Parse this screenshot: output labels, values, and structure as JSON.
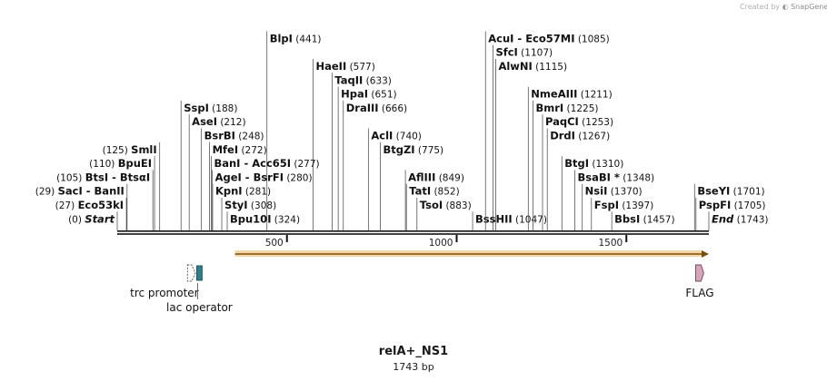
{
  "credit": {
    "prefix": "Created by",
    "brand": "SnapGene"
  },
  "title": "relA+_NS1",
  "subtitle": "1743 bp",
  "sequence_length": 1743,
  "ruler_ticks": [
    {
      "pos": 500,
      "label": "500"
    },
    {
      "pos": 1000,
      "label": "1000"
    },
    {
      "pos": 1500,
      "label": "1500"
    }
  ],
  "enzymes": [
    {
      "name": "BlpI",
      "num": "(441)",
      "pos": 441,
      "side": "right",
      "tier": 12
    },
    {
      "name": "HaeII",
      "num": "(577)",
      "pos": 577,
      "side": "right",
      "tier": 10
    },
    {
      "name": "TaqII",
      "num": "(633)",
      "pos": 633,
      "side": "right",
      "tier": 9
    },
    {
      "name": "HpaI",
      "num": "(651)",
      "pos": 651,
      "side": "right",
      "tier": 8
    },
    {
      "name": "DraIII",
      "num": "(666)",
      "pos": 666,
      "side": "right",
      "tier": 7
    },
    {
      "name": "SspI",
      "num": "(188)",
      "pos": 188,
      "side": "right",
      "tier": 7
    },
    {
      "name": "AseI",
      "num": "(212)",
      "pos": 212,
      "side": "right",
      "tier": 6
    },
    {
      "name": "BsrBI",
      "num": "(248)",
      "pos": 248,
      "side": "right",
      "tier": 5
    },
    {
      "name": "MfeI",
      "num": "(272)",
      "pos": 272,
      "side": "right",
      "tier": 4
    },
    {
      "name": "BanI - Acc65I",
      "num": "(277)",
      "pos": 277,
      "side": "right",
      "tier": 3
    },
    {
      "name": "AgeI - BsrFI",
      "num": "(280)",
      "pos": 280,
      "side": "right",
      "tier": 2
    },
    {
      "name": "KpnI",
      "num": "(281)",
      "pos": 281,
      "side": "right",
      "tier": 1
    },
    {
      "name": "StyI",
      "num": "(308)",
      "pos": 308,
      "side": "right",
      "tier": 0
    },
    {
      "name": "Bpu10I",
      "num": "(324)",
      "pos": 324,
      "side": "right",
      "tier": -1
    },
    {
      "name": "AclI",
      "num": "(740)",
      "pos": 740,
      "side": "right",
      "tier": 5
    },
    {
      "name": "BtgZI",
      "num": "(775)",
      "pos": 775,
      "side": "right",
      "tier": 4
    },
    {
      "name": "AflIII",
      "num": "(849)",
      "pos": 849,
      "side": "right",
      "tier": 2
    },
    {
      "name": "TatI",
      "num": "(852)",
      "pos": 852,
      "side": "right",
      "tier": 1
    },
    {
      "name": "TsoI",
      "num": "(883)",
      "pos": 883,
      "side": "right",
      "tier": 0
    },
    {
      "name": "BssHII",
      "num": "(1047)",
      "pos": 1047,
      "side": "right",
      "tier": -1
    },
    {
      "name": "AcuI - Eco57MI",
      "num": "(1085)",
      "pos": 1085,
      "side": "right",
      "tier": 12
    },
    {
      "name": "SfcI",
      "num": "(1107)",
      "pos": 1107,
      "side": "right",
      "tier": 11
    },
    {
      "name": "AlwNI",
      "num": "(1115)",
      "pos": 1115,
      "side": "right",
      "tier": 10
    },
    {
      "name": "NmeAIII",
      "num": "(1211)",
      "pos": 1211,
      "side": "right",
      "tier": 8
    },
    {
      "name": "BmrI",
      "num": "(1225)",
      "pos": 1225,
      "side": "right",
      "tier": 7
    },
    {
      "name": "PaqCI",
      "num": "(1253)",
      "pos": 1253,
      "side": "right",
      "tier": 6
    },
    {
      "name": "DrdI",
      "num": "(1267)",
      "pos": 1267,
      "side": "right",
      "tier": 5
    },
    {
      "name": "BtgI",
      "num": "(1310)",
      "pos": 1310,
      "side": "right",
      "tier": 3
    },
    {
      "name": "BsaBI *",
      "num": "(1348)",
      "pos": 1348,
      "side": "right",
      "tier": 2
    },
    {
      "name": "NsiI",
      "num": "(1370)",
      "pos": 1370,
      "side": "right",
      "tier": 1
    },
    {
      "name": "FspI",
      "num": "(1397)",
      "pos": 1397,
      "side": "right",
      "tier": 0
    },
    {
      "name": "BbsI",
      "num": "(1457)",
      "pos": 1457,
      "side": "right",
      "tier": -1
    },
    {
      "name": "BseYI",
      "num": "(1701)",
      "pos": 1701,
      "side": "right",
      "tier": 1
    },
    {
      "name": "PspFI",
      "num": "(1705)",
      "pos": 1705,
      "side": "right",
      "tier": 0
    },
    {
      "name": "End",
      "num": "(1743)",
      "pos": 1743,
      "side": "right",
      "tier": -1,
      "italic": true
    },
    {
      "name": "SmlI",
      "num": "(125)",
      "pos": 125,
      "side": "left",
      "tier": 4
    },
    {
      "name": "BpuEI",
      "num": "(110)",
      "pos": 110,
      "side": "left",
      "tier": 3
    },
    {
      "name": "BtsI - BtsαI",
      "num": "(105)",
      "pos": 105,
      "side": "left",
      "tier": 2
    },
    {
      "name": "SacI - BanII",
      "num": "(29)",
      "pos": 29,
      "side": "left",
      "tier": 1
    },
    {
      "name": "Eco53kI",
      "num": "(27)",
      "pos": 27,
      "side": "left",
      "tier": 0
    },
    {
      "name": "Start",
      "num": "(0)",
      "pos": 0,
      "side": "left",
      "tier": -1,
      "italic": true
    }
  ],
  "features": [
    {
      "name": "trc promoter",
      "start": 207,
      "end": 230,
      "color": "#ffffff",
      "stroke": "#555555",
      "dashed": true
    },
    {
      "name": "lac operator",
      "start": 234,
      "end": 250,
      "color": "#2e7f8c",
      "stroke": "#1c4f57",
      "dashed": false
    },
    {
      "name": "FLAG",
      "start": 1704,
      "end": 1728,
      "color": "#d9a3bd",
      "stroke": "#6a4a5a",
      "dashed": false
    }
  ],
  "orf": {
    "start": 347,
    "end": 1743,
    "color": "#e8a33a"
  }
}
